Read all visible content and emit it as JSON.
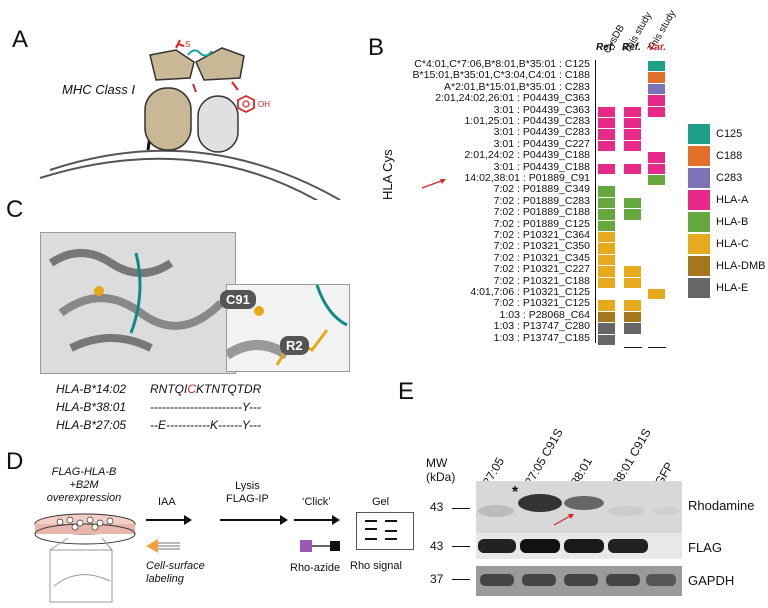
{
  "panels": {
    "A": "A",
    "B": "B",
    "C": "C",
    "D": "D",
    "E": "E"
  },
  "panelA": {
    "mhc_label": "MHC Class I",
    "s_label": "S",
    "oh_label": "OH"
  },
  "panelB": {
    "y_axis_label": "HLA Cys",
    "col_headers": [
      "CysDB",
      "This study",
      "This study"
    ],
    "col_subheaders": [
      "Ref.",
      "Ref.",
      "Var."
    ],
    "rows": [
      {
        "label": "C*4:01,C*7:06,B*8:01,B*35:01 : C125"
      },
      {
        "label": "B*15:01,B*35:01,C*3:04,C4:01 : C188"
      },
      {
        "label": "A*2:01,B*15:01,B*35:01 : C283"
      },
      {
        "label": "2:01,24:02,26:01 : P04439_C363"
      },
      {
        "label": "3:01 : P04439_C363"
      },
      {
        "label": "1:01,25:01 : P04439_C283"
      },
      {
        "label": "3:01 : P04439_C283"
      },
      {
        "label": "3:01 : P04439_C227"
      },
      {
        "label": "2:01,24:02 : P04439_C188"
      },
      {
        "label": "3:01 : P04439_C188"
      },
      {
        "label": "14:02,38:01 : P01889_C91"
      },
      {
        "label": "7:02 : P01889_C349"
      },
      {
        "label": "7:02 : P01889_C283"
      },
      {
        "label": "7:02 : P01889_C188"
      },
      {
        "label": "7:02 : P01889_C125"
      },
      {
        "label": "7:02 : P10321_C364"
      },
      {
        "label": "7:02 : P10321_C350"
      },
      {
        "label": "7:02 : P10321_C345"
      },
      {
        "label": "7:02 : P10321_C227"
      },
      {
        "label": "7:02 : P10321_C188"
      },
      {
        "label": "4:01,7:06 : P10321_C125"
      },
      {
        "label": "7:02 : P10321_C125"
      },
      {
        "label": "1:03 : P28068_C64"
      },
      {
        "label": "1:03 : P13747_C280"
      },
      {
        "label": "1:03 : P13747_C185"
      }
    ],
    "legend": [
      {
        "label": "C125",
        "color": "#1f9e89"
      },
      {
        "label": "C188",
        "color": "#e0702a"
      },
      {
        "label": "C283",
        "color": "#7b72b8"
      },
      {
        "label": "HLA-A",
        "color": "#e7298a"
      },
      {
        "label": "HLA-B",
        "color": "#66a83e"
      },
      {
        "label": "HLA-C",
        "color": "#e6ab1c"
      },
      {
        "label": "HLA-DMB",
        "color": "#a6761d"
      },
      {
        "label": "HLA-E",
        "color": "#666666"
      }
    ]
  },
  "panelC": {
    "c91_label": "C91",
    "r2_label": "R2",
    "alleles": [
      {
        "name": "HLA-B*14:02",
        "pre": "RNTQI",
        "highlight": "C",
        "post": "KTNTQTDR"
      },
      {
        "name": "HLA-B*38:01",
        "pre": "-----------------------Y---",
        "highlight": "",
        "post": ""
      },
      {
        "name": "HLA-B*27:05",
        "pre": "--E-----------K------Y---",
        "highlight": "",
        "post": ""
      }
    ]
  },
  "panelD": {
    "title_line1": "FLAG-HLA-B",
    "title_line2": "+B2M",
    "title_line3": "overexpression",
    "step1": "IAA",
    "step2a": "Lysis",
    "step2b": "FLAG-IP",
    "step3": "‘Click’",
    "step4": "Gel",
    "cell_surface_1": "Cell-surface",
    "cell_surface_2": "labeling",
    "rho_azide": "Rho-azide",
    "rho_signal": "Rho signal"
  },
  "panelE": {
    "mw_label": "MW",
    "kda_label": "(kDa)",
    "lanes": [
      "27:05",
      "27:05 C91S",
      "38:01",
      "38:01 C91S",
      "GFP"
    ],
    "markers": [
      "43",
      "43",
      "37"
    ],
    "blots": [
      "Rhodamine",
      "FLAG",
      "GAPDH"
    ],
    "asterisk": "*"
  }
}
